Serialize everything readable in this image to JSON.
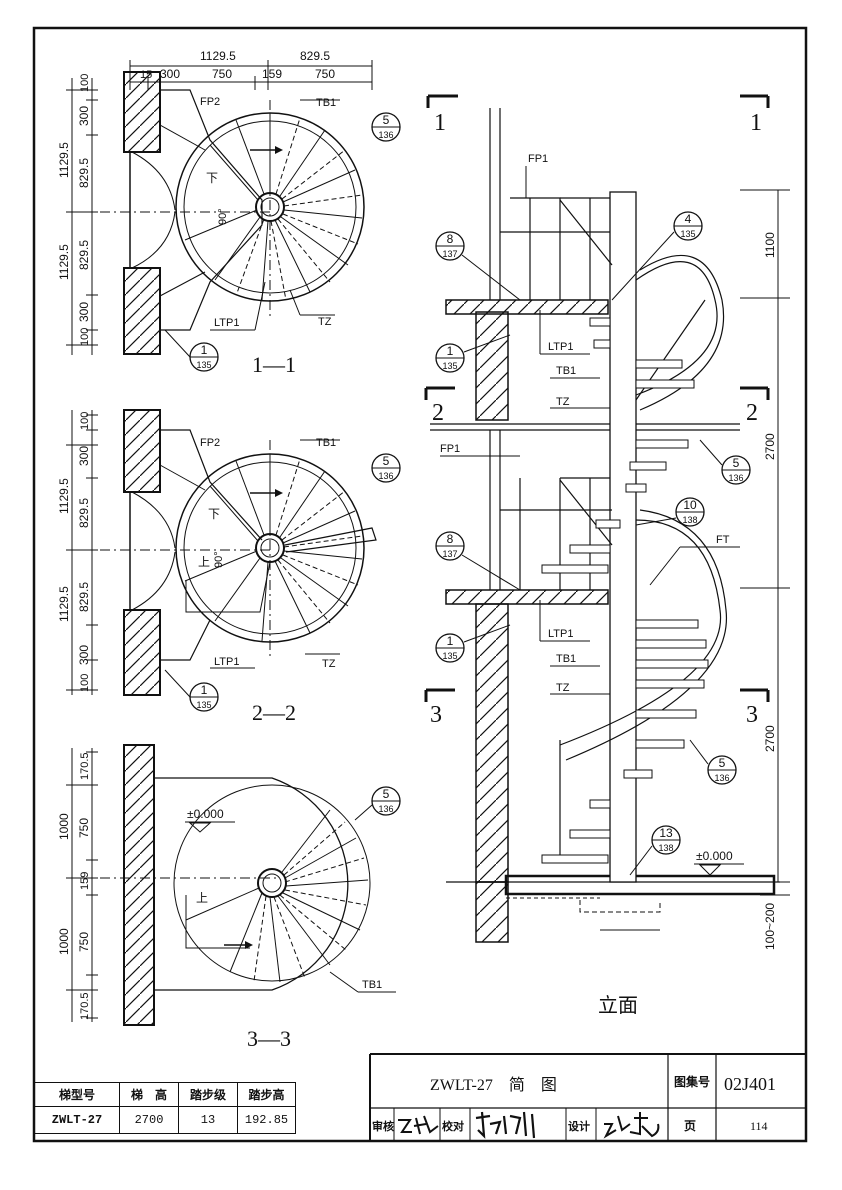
{
  "sections": {
    "s11": {
      "title": "1—1",
      "dims_top": [
        "1129.5",
        "829.5"
      ],
      "dims_sub": [
        "15",
        "300",
        "750",
        "159",
        "750"
      ],
      "dims_left": [
        "100",
        "300",
        "1129.5",
        "829.5",
        "829.5",
        "1129.5",
        "300",
        "100"
      ],
      "labels": {
        "fp": "FP2",
        "tb": "TB1",
        "ltp": "LTP1",
        "tz": "TZ",
        "down": "下",
        "angle": "90°"
      },
      "ref_a": {
        "top": "5",
        "bottom": "136"
      },
      "ref_b": {
        "top": "1",
        "bottom": "135"
      }
    },
    "s22": {
      "title": "2—2",
      "dims_left": [
        "100",
        "300",
        "1129.5",
        "829.5",
        "829.5",
        "1129.5",
        "300",
        "100"
      ],
      "labels": {
        "fp": "FP2",
        "tb": "TB1",
        "ltp": "LTP1",
        "tz": "TZ",
        "down": "下",
        "up": "上",
        "angle": "90°"
      },
      "ref_a": {
        "top": "5",
        "bottom": "136"
      },
      "ref_b": {
        "top": "1",
        "bottom": "135"
      }
    },
    "s33": {
      "title": "3—3",
      "dims_left": [
        "170.5",
        "1000",
        "750",
        "159",
        "1000",
        "750",
        "170.5"
      ],
      "labels": {
        "level": "±0.000",
        "up": "上",
        "tb": "TB1"
      },
      "ref_a": {
        "top": "5",
        "bottom": "136"
      }
    }
  },
  "elevation": {
    "title": "立面",
    "markers": [
      "1",
      "1",
      "2",
      "2",
      "3",
      "3"
    ],
    "labels": {
      "fp1_a": "FP1",
      "fp1_b": "FP1",
      "ltp1_a": "LTP1",
      "tb1_a": "TB1",
      "tz_a": "TZ",
      "ltp1_b": "LTP1",
      "tb1_b": "TB1",
      "tz_b": "TZ",
      "ft": "FT",
      "level": "±0.000"
    },
    "dims_right": [
      "1100",
      "2700",
      "2700",
      "100~200"
    ],
    "refs": [
      {
        "top": "8",
        "bottom": "137"
      },
      {
        "top": "4",
        "bottom": "135"
      },
      {
        "top": "1",
        "bottom": "135"
      },
      {
        "top": "5",
        "bottom": "136"
      },
      {
        "top": "10",
        "bottom": "138"
      },
      {
        "top": "8",
        "bottom": "137"
      },
      {
        "top": "1",
        "bottom": "135"
      },
      {
        "top": "5",
        "bottom": "136"
      },
      {
        "top": "13",
        "bottom": "138"
      }
    ]
  },
  "spec_table": {
    "headers": [
      "梯型号",
      "梯　高",
      "踏步级",
      "踏步高"
    ],
    "row": [
      "ZWLT-27",
      "2700",
      "13",
      "192.85"
    ]
  },
  "title_block": {
    "drawing_title": "ZWLT-27　简　图",
    "atlas_label": "图集号",
    "atlas_no": "02J401",
    "review_label": "审核",
    "check_label": "校对",
    "design_label": "设计",
    "page_label": "页",
    "page_no": "114"
  },
  "signatures": {
    "review": "王祖光",
    "check": "杜刚",
    "design": "陈东"
  }
}
